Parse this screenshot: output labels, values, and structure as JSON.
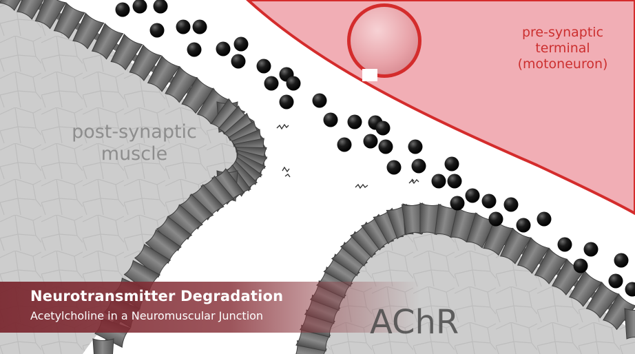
{
  "labels": {
    "presynaptic_line1": "pre-synaptic",
    "presynaptic_line2": "terminal",
    "presynaptic_line3": "(motoneuron)",
    "postsynaptic_line1": "post-synaptic",
    "postsynaptic_line2": "muscle",
    "receptor": "AChR"
  },
  "caption": {
    "title": "Neurotransmitter Degradation",
    "subtitle": "Acetylcholine in a Neuromuscular Junction"
  },
  "colors": {
    "terminal_fill": "#f1aeb5",
    "terminal_edge": "#d42c2c",
    "label_red": "#cc2f2f",
    "muscle_fill": "#cfcfcf",
    "receptor": "#5d5d5d",
    "molecule": "#111111"
  }
}
